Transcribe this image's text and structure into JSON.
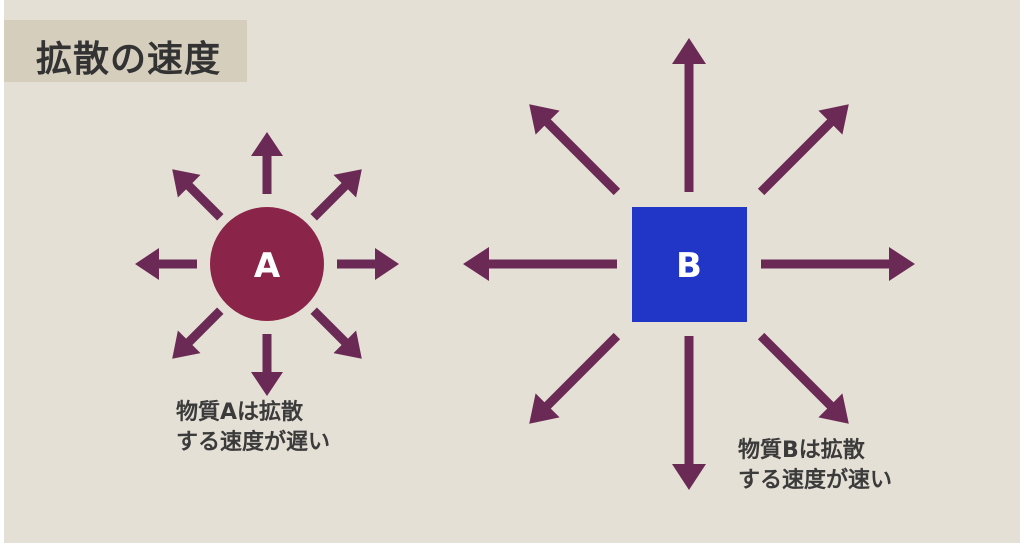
{
  "title": "拡散の速度",
  "substance_a": {
    "label": "A",
    "caption_line1": "物質Aは拡散",
    "caption_line2": "する速度が遅い",
    "color": "#8b2449"
  },
  "substance_b": {
    "label": "B",
    "caption_line1": "物質Bは拡散",
    "caption_line2": "する速度が速い",
    "color": "#2136c6"
  },
  "arrow_color": "#6b2a55",
  "background_color": "#e5e0d5"
}
